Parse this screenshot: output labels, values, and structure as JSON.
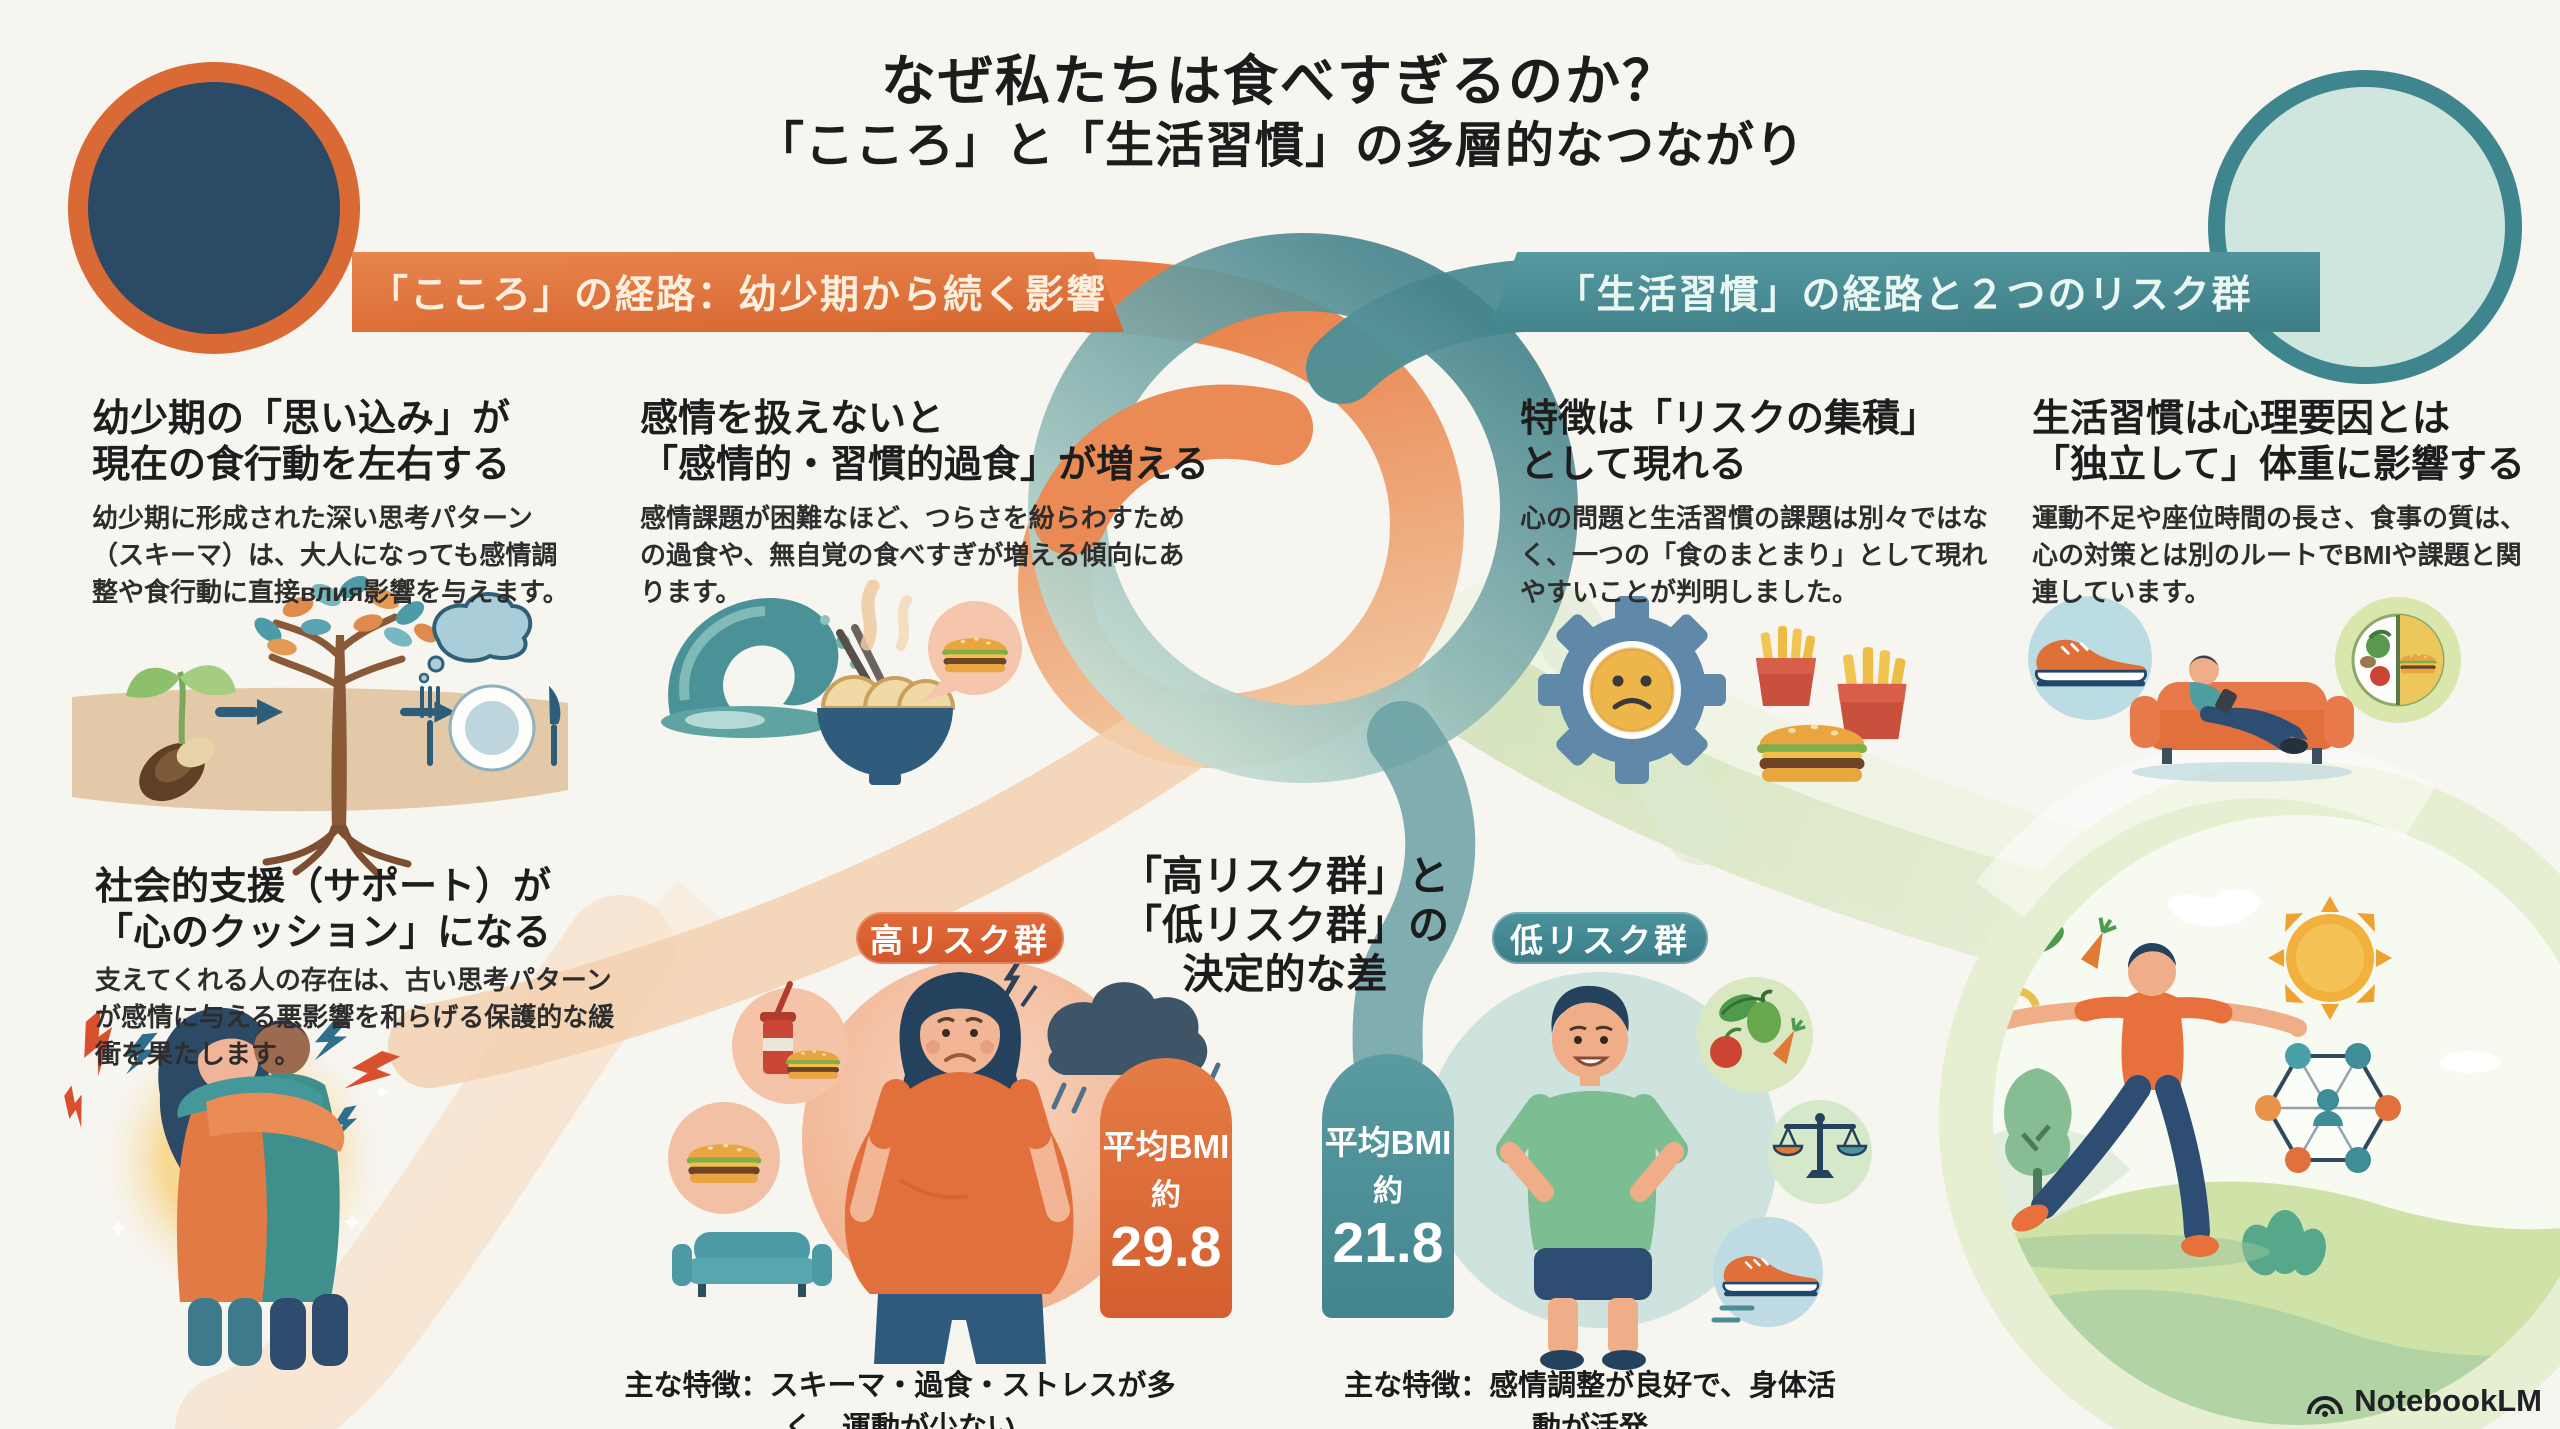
{
  "header": {
    "title": "なぜ私たちは食べすぎるのか？",
    "subtitle": "「こころ」と「生活習慣」の多層的なつながり"
  },
  "banners": {
    "mind": "「こころ」の経路：幼少期から続く影響",
    "lifestyle": "「生活習慣」の経路と２つのリスク群"
  },
  "cards": {
    "schema": {
      "heading": "幼少期の「思い込み」が\n現在の食行動を左右する",
      "body": "幼少期に形成された深い思考パターン（スキーマ）は、大人になっても感情調整や食行動に直接влия影響を与えます。"
    },
    "emotion": {
      "heading": "感情を扱えないと\n「感情的・習慣的過食」が増える",
      "body": "感情課題が困難なほど、つらさを紛らわすための過食や、無自覚の食べすぎが増える傾向にあります。"
    },
    "risk": {
      "heading": "特徴は「リスクの集積」\nとして現れる",
      "body": "心の問題と生活習慣の課題は別々ではなく、一つの「食のまとまり」として現れやすいことが判明しました。"
    },
    "independent": {
      "heading": "生活習慣は心理要因とは\n「独立して」体重に影響する",
      "body": "運動不足や座位時間の長さ、食事の質は、心の対策とは別のルートでBMIや課題と関連しています。"
    },
    "support": {
      "heading": "社会的支援（サポート）が\n「心のクッション」になる",
      "body": "支えてくれる人の存在は、古い思考パターンが感情に与える悪影響を和らげる保護的な緩衝を果たします。"
    }
  },
  "comparison": {
    "heading": "「高リスク群」と\n「低リスク群」の\n決定的な差",
    "high": {
      "badge": "高リスク群",
      "bmi_label": "平均BMI",
      "approx": "約",
      "value": "29.8",
      "caption": "主な特徴：スキーマ・過食・ストレスが多く、運動が少ない"
    },
    "low": {
      "badge": "低リスク群",
      "bmi_label": "平均BMI",
      "approx": "約",
      "value": "21.8",
      "caption": "主な特徴：感情調整が良好で、身体活動が活発"
    }
  },
  "branding": {
    "watermark": "NotebookLM"
  },
  "colors": {
    "background": "#f7f5f0",
    "orange": "#de6a38",
    "teal": "#44858e",
    "high_risk": "#dc6436",
    "low_risk": "#4f949c",
    "navy": "#2b4a66"
  }
}
